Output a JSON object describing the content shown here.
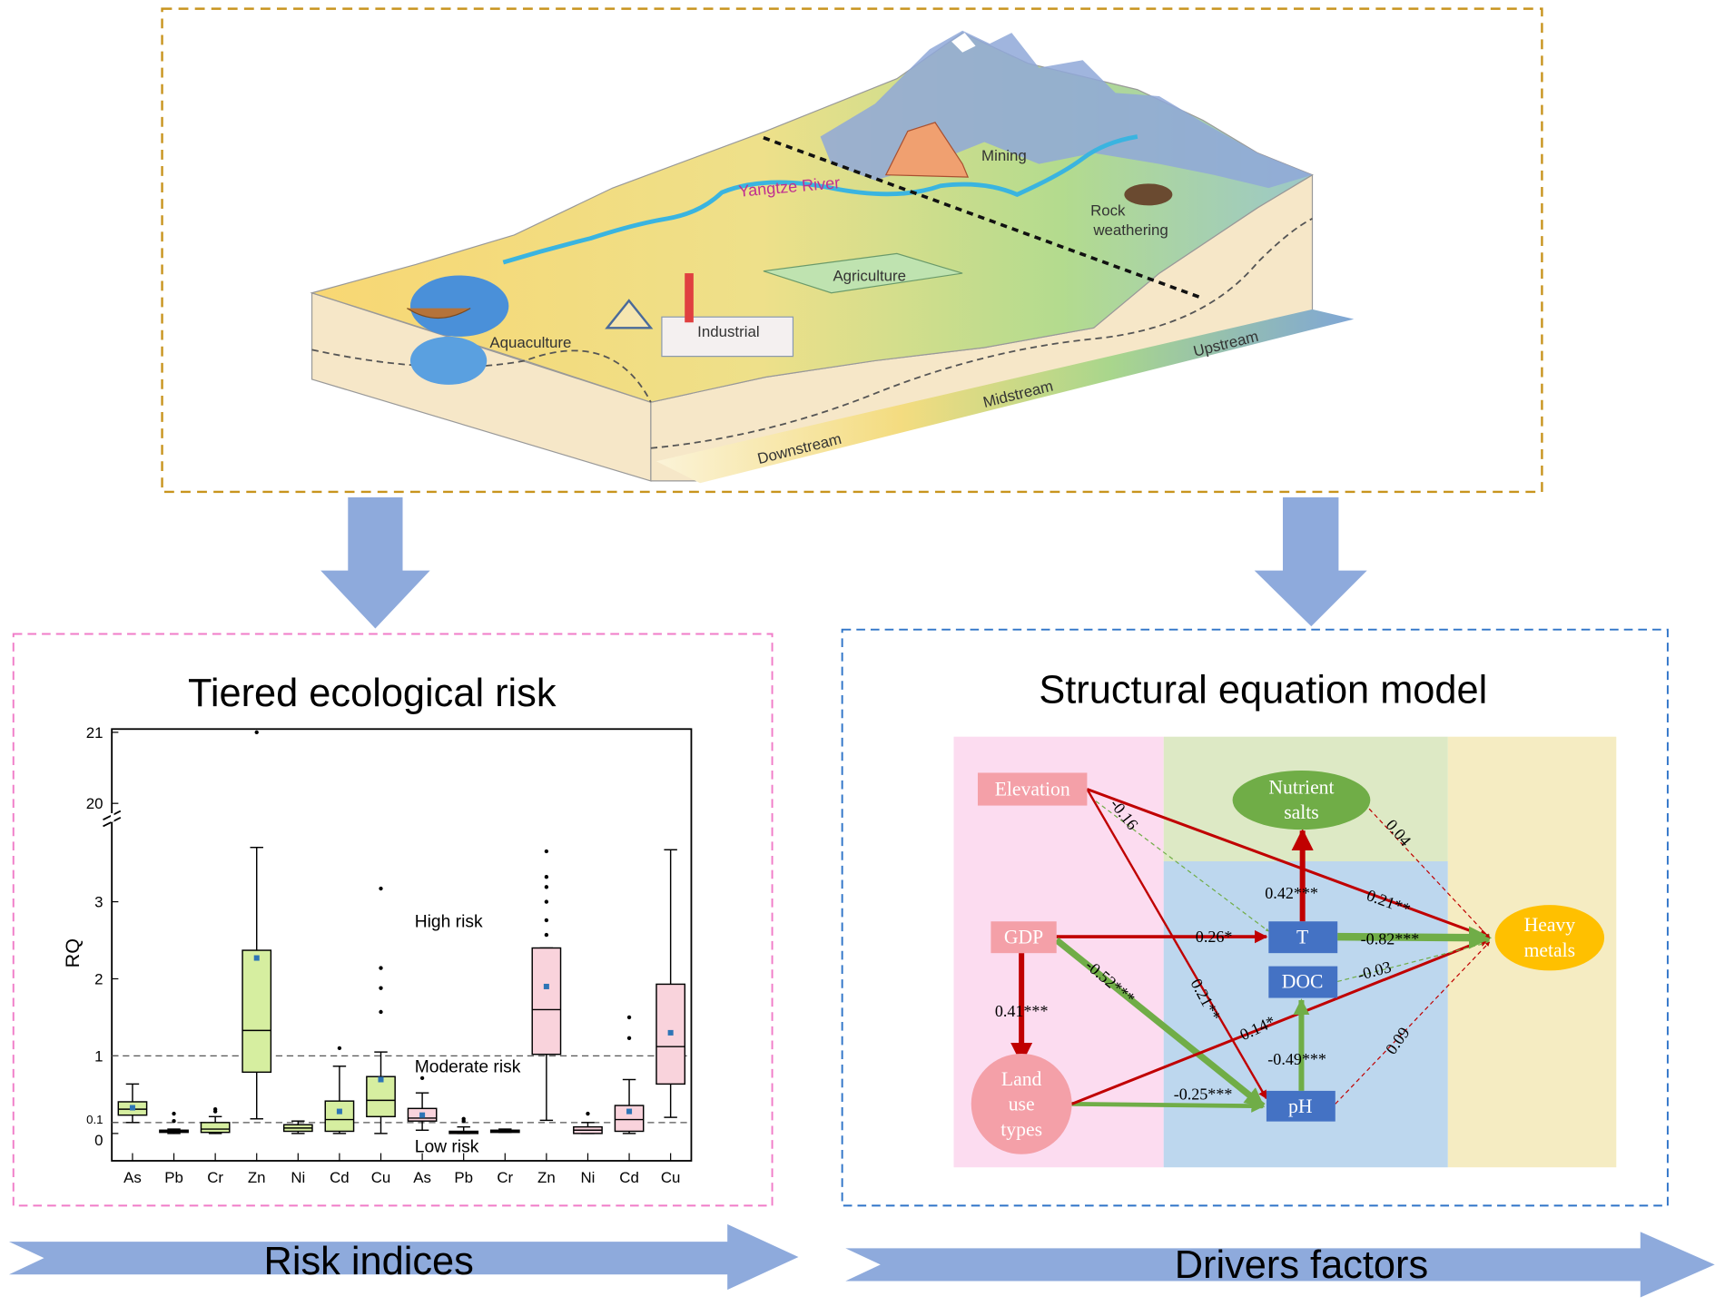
{
  "colors": {
    "top_frame": "#c8941e",
    "risk_frame": "#f07cc8",
    "sem_frame": "#2f74c8",
    "flow_arrow": "#8eaadc",
    "positive_path": "#c00000",
    "negative_path": "#70ad47",
    "river": "#3ab4e0"
  },
  "landscape": {
    "river_label": "Yangtze River",
    "mining": "Mining",
    "rock_weathering_1": "Rock",
    "rock_weathering_2": "weathering",
    "agriculture": "Agriculture",
    "industrial": "Industrial",
    "aquaculture": "Aquaculture",
    "downstream": "Downstream",
    "midstream": "Midstream",
    "upstream": "Upstream"
  },
  "risk_panel": {
    "title": "Tiered ecological risk",
    "footer_arrow": "Risk indices"
  },
  "sem_panel": {
    "title": "Structural equation model",
    "footer_arrow": "Drivers factors",
    "nodes": {
      "elevation": "Elevation",
      "gdp": "GDP",
      "land_use_1": "Land",
      "land_use_2": "use",
      "land_use_3": "types",
      "nutrient_1": "Nutrient",
      "nutrient_2": "salts",
      "t": "T",
      "doc": "DOC",
      "ph": "pH",
      "heavy_1": "Heavy",
      "heavy_2": "metals"
    },
    "paths": [
      {
        "id": "elev-hm",
        "from": "Elevation",
        "to": "Heavy metals",
        "coef": "0.21**",
        "sign": "positive",
        "significant": true
      },
      {
        "id": "elev-ph",
        "from": "Elevation",
        "to": "pH",
        "coef": "0.21**",
        "sign": "positive",
        "significant": true
      },
      {
        "id": "elev-t",
        "from": "Elevation",
        "to": "T",
        "coef": "-0.16",
        "sign": "negative",
        "significant": false
      },
      {
        "id": "gdp-t",
        "from": "GDP",
        "to": "T",
        "coef": "0.26*",
        "sign": "positive",
        "significant": true
      },
      {
        "id": "gdp-ph",
        "from": "GDP",
        "to": "pH",
        "coef": "-0.52***",
        "sign": "negative",
        "significant": true
      },
      {
        "id": "gdp-land",
        "from": "GDP",
        "to": "Land use types",
        "coef": "0.41***",
        "sign": "positive",
        "significant": true
      },
      {
        "id": "land-ph",
        "from": "Land use types",
        "to": "pH",
        "coef": "-0.25***",
        "sign": "negative",
        "significant": true
      },
      {
        "id": "land-hm",
        "from": "Land use types",
        "to": "Heavy metals",
        "coef": "0.14*",
        "sign": "positive",
        "significant": true
      },
      {
        "id": "t-nut",
        "from": "T",
        "to": "Nutrient salts",
        "coef": "0.42***",
        "sign": "positive",
        "significant": true
      },
      {
        "id": "t-hm",
        "from": "T",
        "to": "Heavy metals",
        "coef": "-0.82***",
        "sign": "negative",
        "significant": true
      },
      {
        "id": "doc-hm",
        "from": "DOC",
        "to": "Heavy metals",
        "coef": "-0.03",
        "sign": "negative",
        "significant": false
      },
      {
        "id": "ph-doc",
        "from": "pH",
        "to": "DOC",
        "coef": "-0.49***",
        "sign": "negative",
        "significant": true
      },
      {
        "id": "ph-hm",
        "from": "pH",
        "to": "Heavy metals",
        "coef": "0.09",
        "sign": "positive",
        "significant": false
      },
      {
        "id": "nut-hm",
        "from": "Nutrient salts",
        "to": "Heavy metals",
        "coef": "0.04",
        "sign": "positive",
        "significant": false
      }
    ]
  },
  "chart_data": {
    "type": "box",
    "ylabel": "RQ",
    "xlabel": "",
    "yticks": [
      "0",
      "0.1",
      "1",
      "2",
      "3",
      "20",
      "21"
    ],
    "y_axis_break": [
      3.8,
      20
    ],
    "thresholds": [
      0.1,
      1
    ],
    "zone_labels": [
      "High risk",
      "Moderate risk",
      "Low risk"
    ],
    "group_colors": [
      "#d6eea0",
      "#f9d3dc"
    ],
    "mean_marker_color": "#2e75b6",
    "categories": [
      "As",
      "Pb",
      "Cr",
      "Zn",
      "Ni",
      "Cd",
      "Cu",
      "As",
      "Pb",
      "Cr",
      "Zn",
      "Ni",
      "Cd",
      "Cu"
    ],
    "groups": [
      0,
      0,
      0,
      0,
      0,
      0,
      0,
      1,
      1,
      1,
      1,
      1,
      1,
      1
    ],
    "boxes": [
      {
        "min": 0.1,
        "q1": 0.2,
        "median": 0.28,
        "q3": 0.38,
        "max": 0.62,
        "mean": 0.3,
        "outliers": []
      },
      {
        "min": 0,
        "q1": 0.01,
        "median": 0.02,
        "q3": 0.03,
        "max": 0.04,
        "mean": null,
        "outliers": [
          0.12,
          0.22
        ]
      },
      {
        "min": 0,
        "q1": 0.01,
        "median": 0.04,
        "q3": 0.1,
        "max": 0.18,
        "mean": null,
        "outliers": [
          0.25,
          0.28
        ]
      },
      {
        "min": 0.15,
        "q1": 0.78,
        "median": 1.33,
        "q3": 2.37,
        "max": 3.7,
        "mean": 2.27,
        "outliers": [
          21
        ]
      },
      {
        "min": 0,
        "q1": 0.02,
        "median": 0.05,
        "q3": 0.08,
        "max": 0.12,
        "mean": null,
        "outliers": []
      },
      {
        "min": 0,
        "q1": 0.02,
        "median": 0.14,
        "q3": 0.39,
        "max": 0.86,
        "mean": 0.25,
        "outliers": [
          1.1
        ]
      },
      {
        "min": 0,
        "q1": 0.18,
        "median": 0.4,
        "q3": 0.72,
        "max": 1.05,
        "mean": 0.68,
        "outliers": [
          1.57,
          1.88,
          2.14,
          3.17
        ]
      },
      {
        "min": 0.03,
        "q1": 0.12,
        "median": 0.16,
        "q3": 0.29,
        "max": 0.5,
        "mean": 0.2,
        "outliers": [
          0.7
        ]
      },
      {
        "min": 0,
        "q1": 0,
        "median": 0.01,
        "q3": 0.02,
        "max": 0.06,
        "mean": null,
        "outliers": [
          0.12,
          0.15
        ]
      },
      {
        "min": 0.01,
        "q1": 0.01,
        "median": 0.02,
        "q3": 0.03,
        "max": 0.04,
        "mean": null,
        "outliers": []
      },
      {
        "min": 0.13,
        "q1": 1.02,
        "median": 1.6,
        "q3": 2.4,
        "max": 2.4,
        "mean": 1.9,
        "outliers": [
          2.57,
          2.76,
          3.0,
          3.19,
          3.32,
          3.65
        ]
      },
      {
        "min": 0,
        "q1": 0,
        "median": 0.03,
        "q3": 0.06,
        "max": 0.1,
        "mean": null,
        "outliers": [
          0.22
        ]
      },
      {
        "min": 0,
        "q1": 0.02,
        "median": 0.14,
        "q3": 0.33,
        "max": 0.68,
        "mean": 0.25,
        "outliers": [
          1.23,
          1.5
        ]
      },
      {
        "min": 0.17,
        "q1": 0.62,
        "median": 1.12,
        "q3": 1.93,
        "max": 3.67,
        "mean": 1.3,
        "outliers": []
      }
    ]
  }
}
